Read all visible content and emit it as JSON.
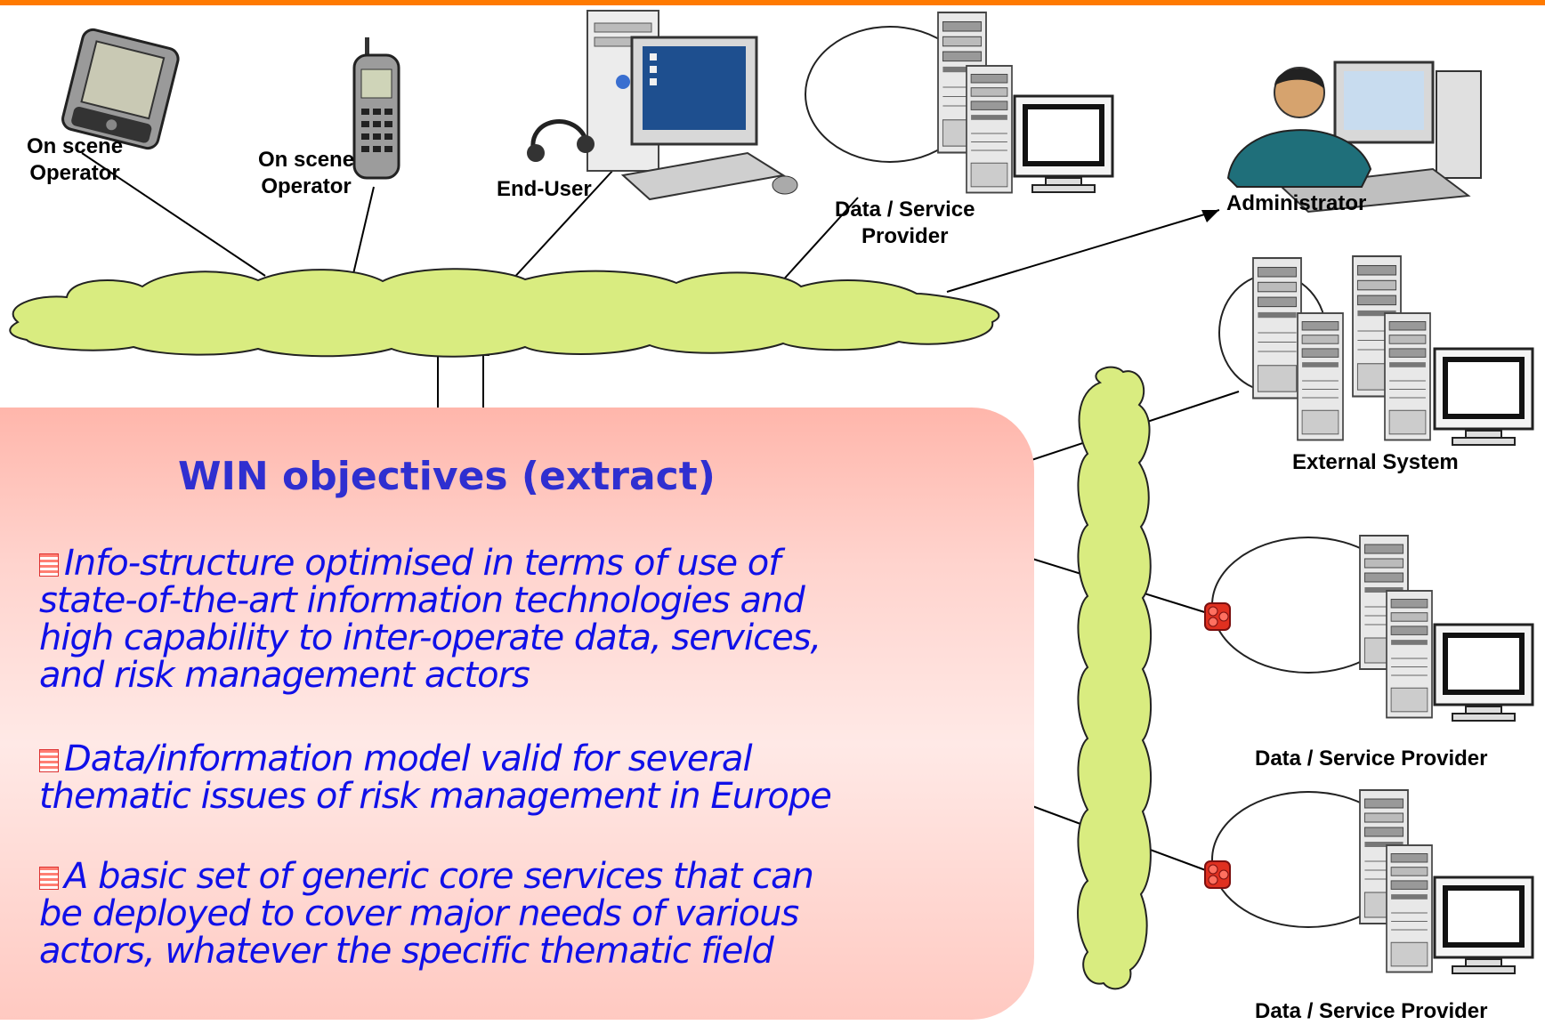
{
  "nodes": {
    "on_scene_1": [
      "On scene",
      "Operator"
    ],
    "on_scene_2": [
      "On scene",
      "Operator"
    ],
    "end_user": "End-User",
    "provider_top": [
      "Data / Service",
      "Provider"
    ],
    "administrator": "Administrator",
    "external_system": "External System",
    "provider_right_1": "Data / Service Provider",
    "provider_right_2": "Data / Service Provider"
  },
  "objectives": {
    "title": "WIN objectives (extract)",
    "items": [
      [
        "Info-structure optimised in terms of use of",
        "state-of-the-art information technologies and",
        "high capability to inter-operate data, services,",
        "and risk management actors"
      ],
      [
        "Data/information model valid for several",
        "thematic issues of risk management in Europe"
      ],
      [
        "A basic set of generic core services that can",
        "be deployed to cover major needs of various",
        "actors, whatever the specific thematic field"
      ]
    ]
  },
  "colors": {
    "top_rule": "#ff7a00",
    "cloud": "#d9ec80",
    "title_text": "#2f2fd0",
    "objective_text": "#1010e8",
    "connector": "#e03020"
  }
}
